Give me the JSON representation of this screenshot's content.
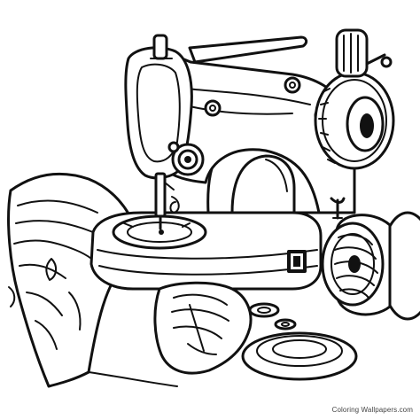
{
  "image": {
    "kind": "coloring-page line art",
    "subject": "sewing machine with fabric and thread spools"
  },
  "watermark": {
    "text": "Coloring Wallpapers.com"
  },
  "colors": {
    "ink": "#111111",
    "paper": "#ffffff",
    "watermark": "#444444"
  }
}
